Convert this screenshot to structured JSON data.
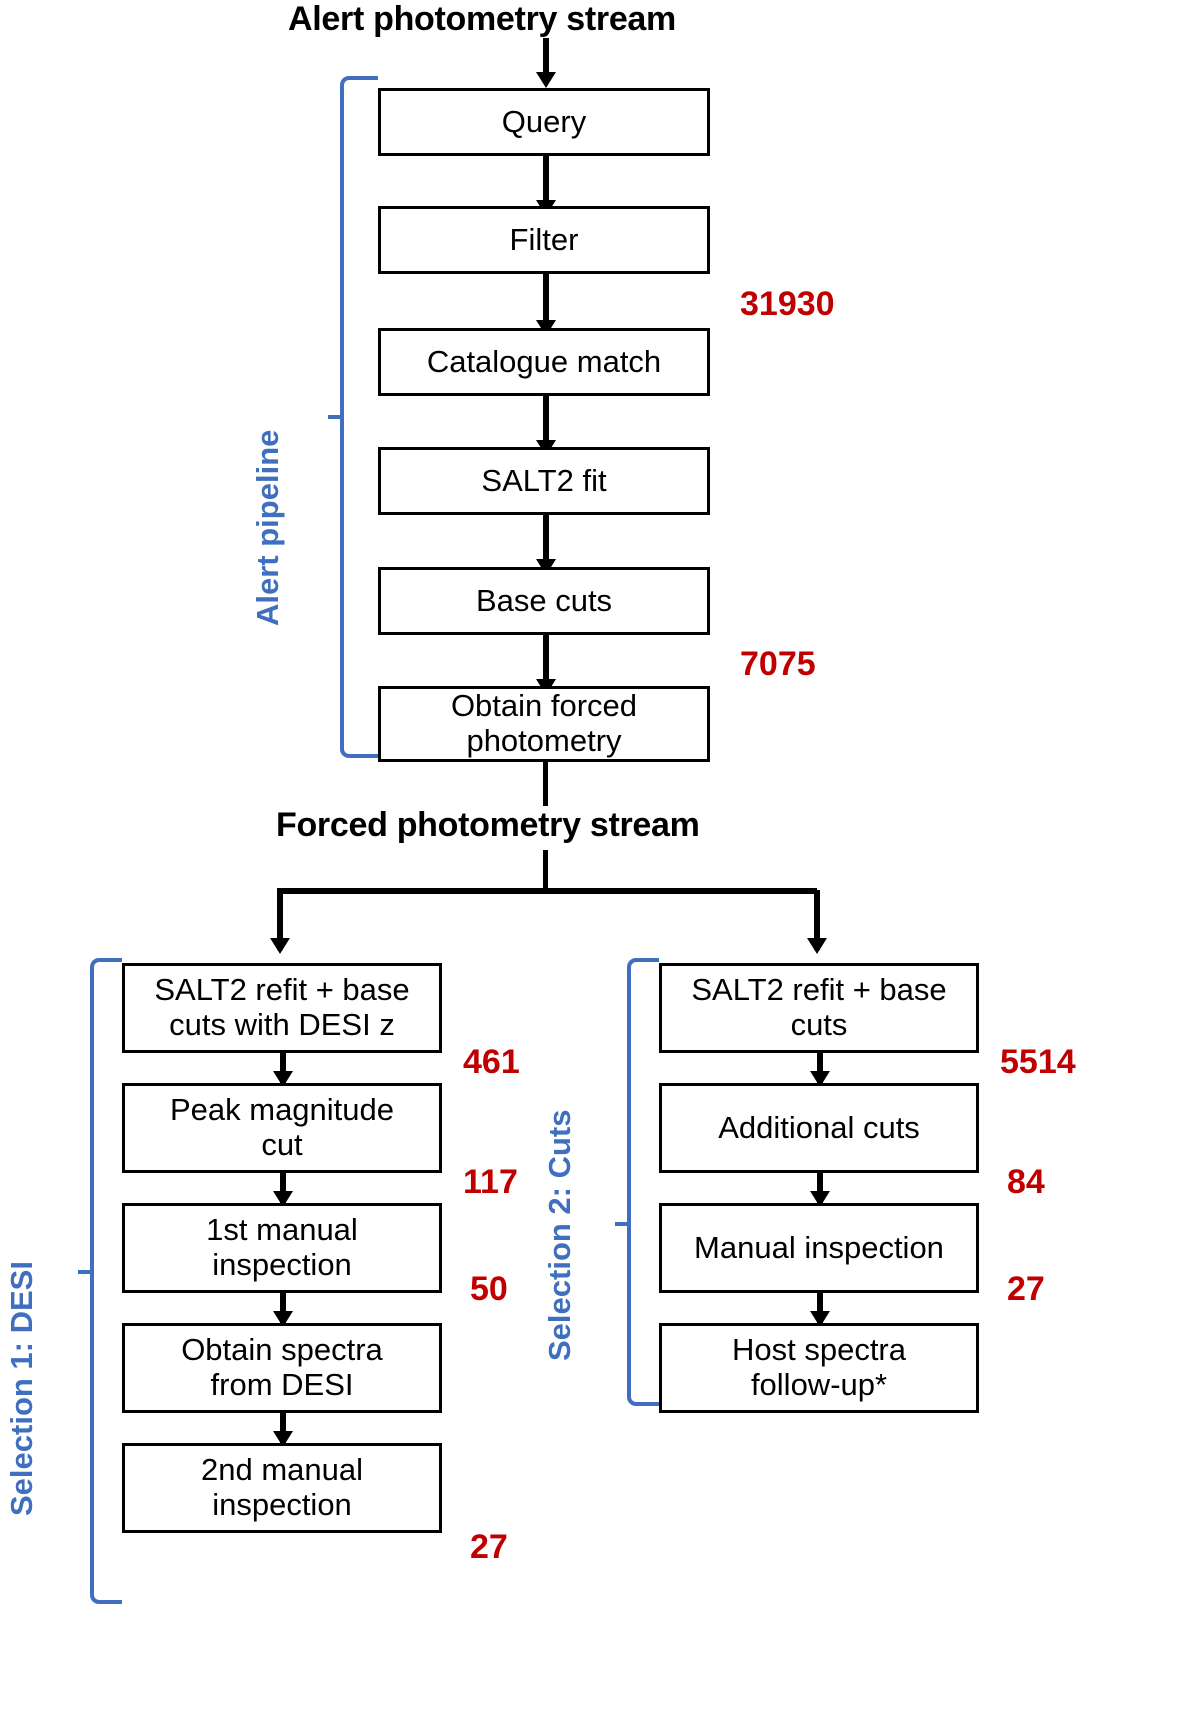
{
  "figure": {
    "type": "flowchart",
    "title": "Alert photometry / forced photometry selection pipeline",
    "accent_blue": "#3f6fbe",
    "count_red": "#c00000",
    "box_border": "#000000"
  },
  "headings": {
    "alert_stream": "Alert photometry stream",
    "forced_stream": "Forced photometry stream"
  },
  "groups": {
    "alert_pipeline": {
      "label": "Alert pipeline",
      "steps": [
        {
          "label": "Query"
        },
        {
          "label": "Filter"
        },
        {
          "label": "Catalogue match"
        },
        {
          "label": "SALT2 fit"
        },
        {
          "label": "Base cuts"
        },
        {
          "label": "Obtain forced\nphotometry",
          "line1": "Obtain forced",
          "line2": "photometry"
        }
      ],
      "counts": [
        {
          "value": "31930",
          "after_step": "Filter"
        },
        {
          "value": "7075",
          "after_step": "Base cuts"
        }
      ]
    },
    "selection_1": {
      "label": "Selection 1: DESI",
      "steps": [
        {
          "line1": "SALT2 refit + base",
          "line2": "cuts with DESI z"
        },
        {
          "line1": "Peak magnitude",
          "line2": "cut"
        },
        {
          "line1": "1st manual",
          "line2": "inspection"
        },
        {
          "line1": "Obtain spectra",
          "line2": "from DESI"
        },
        {
          "line1": "2nd manual",
          "line2": "inspection"
        }
      ],
      "counts": [
        {
          "value": "461",
          "after_step": "SALT2 refit + base cuts with DESI z"
        },
        {
          "value": "117",
          "after_step": "Peak magnitude cut"
        },
        {
          "value": "50",
          "after_step": "1st manual inspection"
        },
        {
          "value": "27",
          "after_step": "2nd manual inspection"
        }
      ]
    },
    "selection_2": {
      "label": "Selection 2: Cuts",
      "steps": [
        {
          "line1": "SALT2 refit + base",
          "line2": "cuts"
        },
        {
          "line1": "Additional cuts",
          "line2": ""
        },
        {
          "line1": "Manual inspection",
          "line2": ""
        },
        {
          "line1": "Host spectra",
          "line2": "follow-up*"
        }
      ],
      "counts": [
        {
          "value": "5514",
          "after_step": "SALT2 refit + base cuts"
        },
        {
          "value": "84",
          "after_step": "Additional cuts"
        },
        {
          "value": "27",
          "after_step": "Manual inspection"
        }
      ]
    }
  },
  "icons": {
    "arrow_down": "arrow-down-icon",
    "bracket_left": "left-bracket-icon"
  }
}
